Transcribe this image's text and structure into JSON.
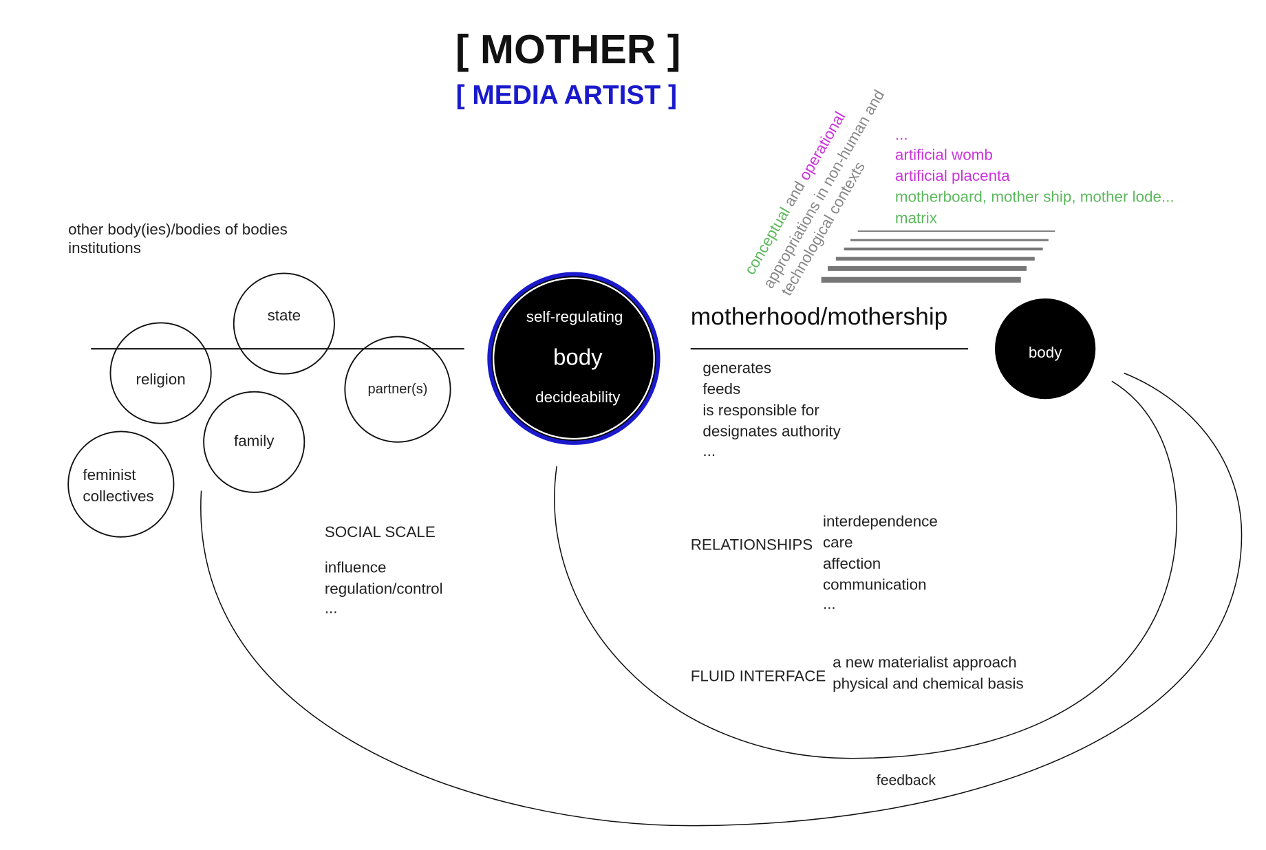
{
  "title": "[ MOTHER ]",
  "subtitle": "[ MEDIA ARTIST ]",
  "colors": {
    "blue": "#1a1acc",
    "magenta": "#cc33dd",
    "green": "#5cb85c",
    "gray": "#888888"
  },
  "rotated": {
    "line1": {
      "a": "conceptual",
      "b": " and ",
      "c": "operational"
    },
    "line2": "appropriations in non-human and",
    "line3": "technological  contexts"
  },
  "tech_list": [
    "...",
    "artificial womb",
    "artificial placenta",
    "motherboard, mother ship, mother lode...",
    "matrix"
  ],
  "left_header": [
    "other body(ies)/bodies of bodies",
    "institutions"
  ],
  "circles": {
    "state": "state",
    "religion": "religion",
    "partners": "partner(s)",
    "family": "family",
    "feminist": [
      "feminist",
      "collectives"
    ]
  },
  "center": {
    "top": "self-regulating",
    "main": "body",
    "bottom": "decideability"
  },
  "mother_heading": "motherhood/mothership",
  "mother_list": [
    "generates",
    "feeds",
    "is responsible for",
    "designates authority",
    "..."
  ],
  "right_body": "body",
  "social": {
    "title": "SOCIAL SCALE",
    "items": [
      "influence",
      "regulation/control",
      "..."
    ]
  },
  "relationships": {
    "title": "RELATIONSHIPS",
    "items": [
      "interdependence",
      "care",
      "affection",
      "communication",
      "..."
    ]
  },
  "fluid": {
    "title": "FLUID INTERFACE",
    "items": [
      "a new materialist approach",
      "physical and chemical basis"
    ]
  },
  "feedback": "feedback"
}
